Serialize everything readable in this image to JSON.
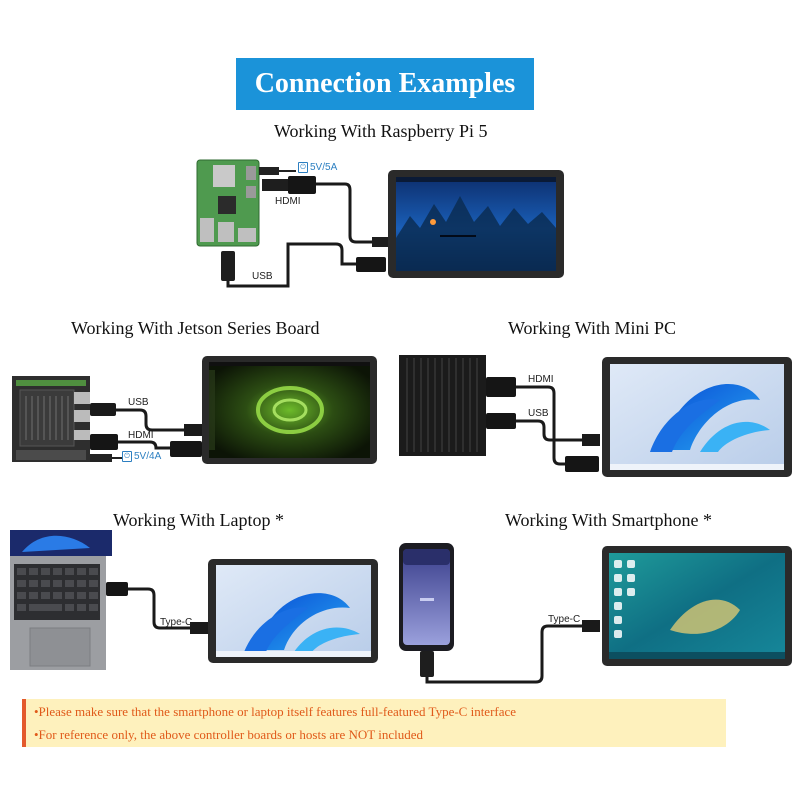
{
  "banner": {
    "title": "Connection Examples",
    "color": "#1b93d9"
  },
  "sections": {
    "raspberry": {
      "heading": "Working With Raspberry Pi 5",
      "power_label": "5V/5A",
      "hdmi_label": "HDMI",
      "usb_label": "USB"
    },
    "jetson": {
      "heading": "Working With Jetson Series Board",
      "usb_label": "USB",
      "hdmi_label": "HDMI",
      "power_label": "5V/4A"
    },
    "minipc": {
      "heading": "Working With Mini PC",
      "hdmi_label": "HDMI",
      "usb_label": "USB"
    },
    "laptop": {
      "heading": "Working With Laptop *",
      "typec_label": "Type-C"
    },
    "smartphone": {
      "heading": "Working With Smartphone *",
      "typec_label": "Type-C"
    }
  },
  "notes": [
    "•Please make sure that the smartphone or laptop itself features full-featured Type-C interface",
    "•For reference only, the above controller boards or hosts are NOT included"
  ],
  "colors": {
    "accent": "#1b93d9",
    "note_text": "#e05a1a",
    "note_bg": "#fef1bd",
    "note_border": "#e35a2c"
  },
  "icons": [
    "raspberry-pi-board-icon",
    "jetson-board-icon",
    "mini-pc-icon",
    "laptop-icon",
    "smartphone-icon",
    "display-icon",
    "usb-plug-icon"
  ]
}
